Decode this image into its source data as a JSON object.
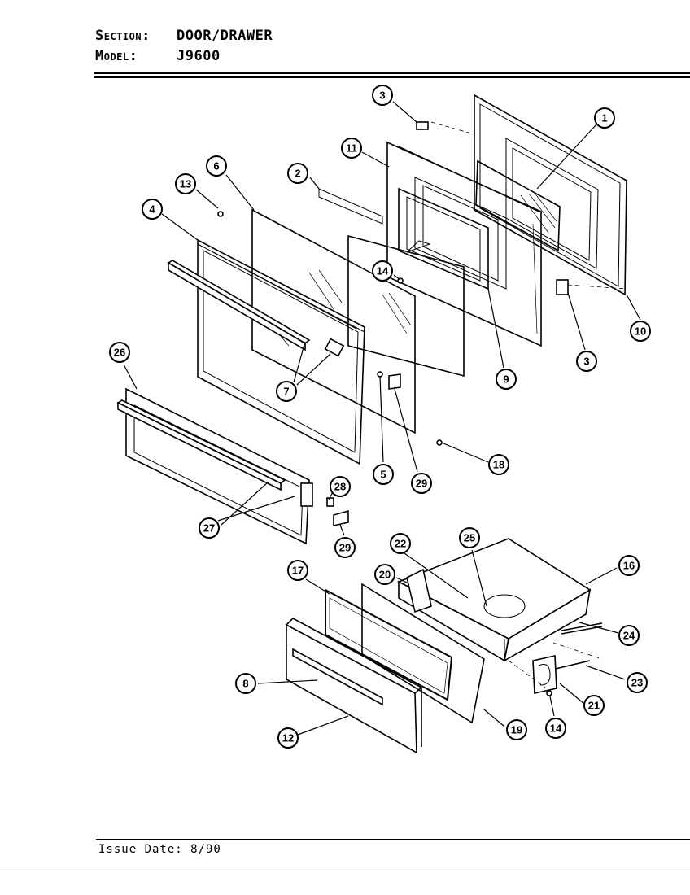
{
  "header": {
    "section_label": "Section:",
    "section_value": "DOOR/DRAWER",
    "model_label": "Model:",
    "model_value": "J9600"
  },
  "footer": {
    "issue_label": "Issue Date: 8/90"
  },
  "callouts": [
    {
      "id": "c3a",
      "label": "3"
    },
    {
      "id": "c1",
      "label": "1"
    },
    {
      "id": "c11",
      "label": "11"
    },
    {
      "id": "c2",
      "label": "2"
    },
    {
      "id": "c6",
      "label": "6"
    },
    {
      "id": "c13",
      "label": "13"
    },
    {
      "id": "c4",
      "label": "4"
    },
    {
      "id": "c14a",
      "label": "14"
    },
    {
      "id": "c10",
      "label": "10"
    },
    {
      "id": "c3b",
      "label": "3"
    },
    {
      "id": "c9",
      "label": "9"
    },
    {
      "id": "c26",
      "label": "26"
    },
    {
      "id": "c7",
      "label": "7"
    },
    {
      "id": "c5",
      "label": "5"
    },
    {
      "id": "c29a",
      "label": "29"
    },
    {
      "id": "c18",
      "label": "18"
    },
    {
      "id": "c28",
      "label": "28"
    },
    {
      "id": "c27",
      "label": "27"
    },
    {
      "id": "c29b",
      "label": "29"
    },
    {
      "id": "c22",
      "label": "22"
    },
    {
      "id": "c25",
      "label": "25"
    },
    {
      "id": "c16",
      "label": "16"
    },
    {
      "id": "c17",
      "label": "17"
    },
    {
      "id": "c20",
      "label": "20"
    },
    {
      "id": "c24",
      "label": "24"
    },
    {
      "id": "c8",
      "label": "8"
    },
    {
      "id": "c23",
      "label": "23"
    },
    {
      "id": "c21",
      "label": "21"
    },
    {
      "id": "c12",
      "label": "12"
    },
    {
      "id": "c19",
      "label": "19"
    },
    {
      "id": "c14b",
      "label": "14"
    }
  ]
}
